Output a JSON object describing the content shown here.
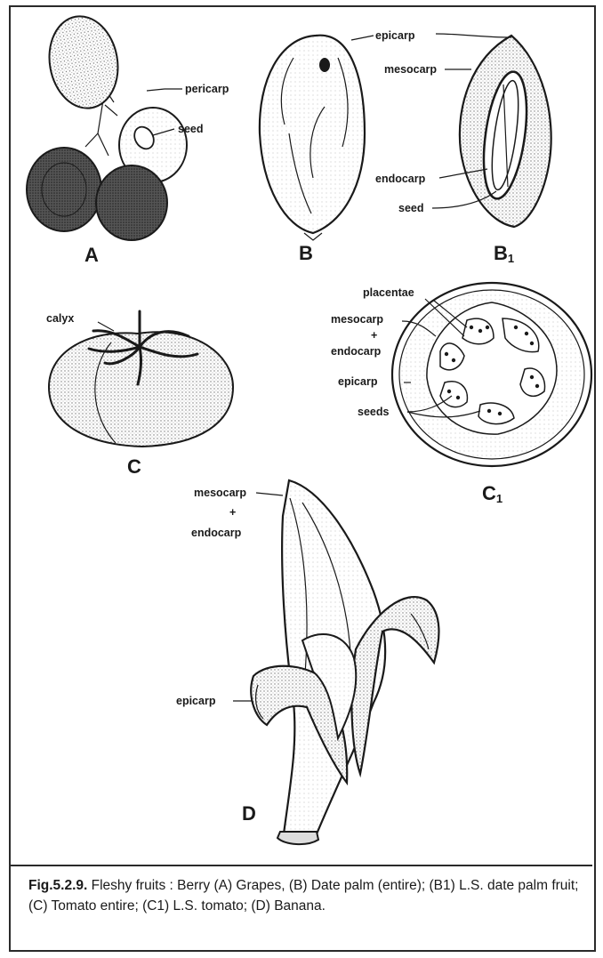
{
  "figure": {
    "panels": {
      "A": {
        "letter": "A",
        "labels": {
          "pericarp": "pericarp",
          "seed": "seed"
        }
      },
      "B": {
        "letter": "B",
        "labels": {
          "epicarp": "epicarp"
        }
      },
      "B1": {
        "letter": "B",
        "subscript": "1",
        "labels": {
          "mesocarp": "mesocarp",
          "endocarp": "endocarp",
          "seed": "seed"
        }
      },
      "C": {
        "letter": "C",
        "labels": {
          "calyx": "calyx"
        }
      },
      "C1": {
        "letter": "C",
        "subscript": "1",
        "labels": {
          "placentae": "placentae",
          "mesocarp": "mesocarp",
          "plus": "+",
          "endocarp": "endocarp",
          "epicarp": "epicarp",
          "seeds": "seeds"
        }
      },
      "D": {
        "letter": "D",
        "labels": {
          "mesocarp": "mesocarp",
          "plus": "+",
          "endocarp": "endocarp",
          "epicarp": "epicarp"
        }
      }
    },
    "caption": {
      "number": "Fig.5.2.9.",
      "text": " Fleshy fruits : Berry (A) Grapes, (B) Date palm (entire); (B1) L.S. date palm fruit; (C) Tomato entire; (C1) L.S. tomato; (D) Banana."
    },
    "colors": {
      "ink": "#1a1a1a",
      "paper": "#ffffff",
      "stipple": "#8a8a8a"
    }
  }
}
